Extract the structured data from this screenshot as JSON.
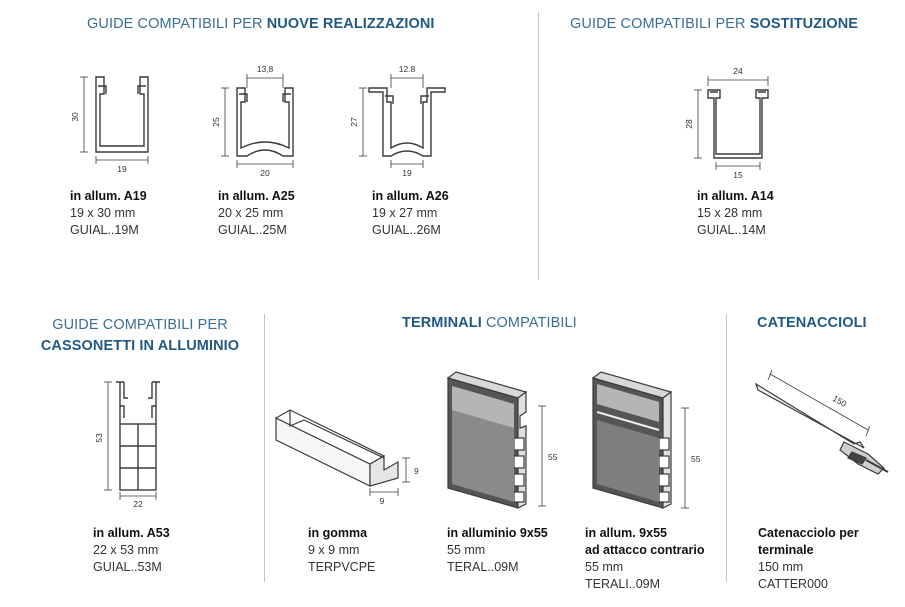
{
  "sections": {
    "nuove": {
      "prefix": "GUIDE COMPATIBILI PER ",
      "bold": "NUOVE REALIZZAZIONI"
    },
    "sostituzione": {
      "prefix": "GUIDE COMPATIBILI PER ",
      "bold": "SOSTITUZIONE"
    },
    "cassonetti": {
      "line1": "GUIDE COMPATIBILI PER",
      "bold": "CASSONETTI IN ALLUMINIO"
    },
    "terminali": {
      "bold": "TERMINALI",
      "suffix": " COMPATIBILI"
    },
    "catenaccioli": {
      "bold": "CATENACCIOLI"
    }
  },
  "products": {
    "a19": {
      "name": "in allum. A19",
      "size": "19 x 30 mm",
      "code": "GUIAL..19M",
      "dim_h": "30",
      "dim_w": "19"
    },
    "a25": {
      "name": "in allum. A25",
      "size": "20 x 25 mm",
      "code": "GUIAL..25M",
      "dim_top": "13,8",
      "dim_h": "25",
      "dim_w": "20"
    },
    "a26": {
      "name": "in allum. A26",
      "size": "19 x 27 mm",
      "code": "GUIAL..26M",
      "dim_top": "12.8",
      "dim_h": "27",
      "dim_w": "19"
    },
    "a14": {
      "name": "in allum. A14",
      "size": "15 x 28 mm",
      "code": "GUIAL..14M",
      "dim_top": "24",
      "dim_h": "28",
      "dim_w": "15"
    },
    "a53": {
      "name": "in allum. A53",
      "size": "22 x 53 mm",
      "code": "GUIAL..53M",
      "dim_h": "53",
      "dim_w": "22"
    },
    "gomma": {
      "name": "in gomma",
      "size": "9 x 9 mm",
      "code": "TERPVCPE",
      "dim_h": "9",
      "dim_w": "9"
    },
    "alluminio955": {
      "name": "in alluminio 9x55",
      "size": "55 mm",
      "code": "TERAL..09M",
      "dim_h": "55"
    },
    "contrario": {
      "name": "in allum. 9x55",
      "name2": "ad attacco contrario",
      "size": "55 mm",
      "code": "TERALI..09M",
      "dim_h": "55"
    },
    "catenacciolo": {
      "name": "Catenacciolo per",
      "name2": "terminale",
      "size": "150 mm",
      "code": "CATTER000",
      "dim_len": "150"
    }
  }
}
